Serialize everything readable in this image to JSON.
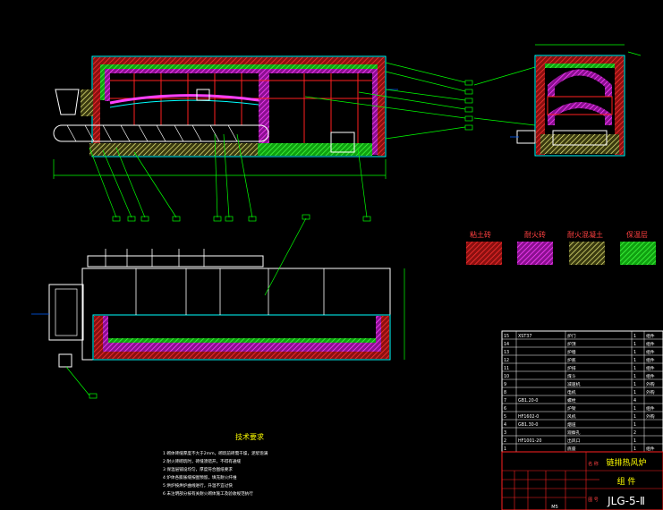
{
  "legend": {
    "items": [
      {
        "label": "粘土砖",
        "pattern": "hatch-red"
      },
      {
        "label": "耐火砖",
        "pattern": "hatch-magenta"
      },
      {
        "label": "耐火混凝土",
        "pattern": "hatch-yellow"
      },
      {
        "label": "保温层",
        "pattern": "hatch-green"
      }
    ]
  },
  "tech_requirements": {
    "title": "技术要求",
    "lines": [
      "1  砌体砖缝厚度不大于2mm，砌筑前砖需干燥，泥浆饱满",
      "2  耐火砖砌筑时，砖缝须错开，不得有通缝",
      "3  保温层铺设均匀，厚度符合图纸要求",
      "4  炉体各膨胀缝按图预留，填充耐火纤维",
      "5  烘炉按烘炉曲线进行，升温不宜过快",
      "6  未注明部分按有关耐火砌体施工及验收规范执行"
    ]
  },
  "parts_table": {
    "rows": [
      {
        "no": "15",
        "code": "XST37",
        "name": "炉门",
        "qty": "1",
        "note": "组件"
      },
      {
        "no": "14",
        "code": "",
        "name": "炉顶",
        "qty": "1",
        "note": "组件"
      },
      {
        "no": "13",
        "code": "",
        "name": "炉墙",
        "qty": "1",
        "note": "组件"
      },
      {
        "no": "12",
        "code": "",
        "name": "炉底",
        "qty": "1",
        "note": "组件"
      },
      {
        "no": "11",
        "code": "",
        "name": "炉排",
        "qty": "1",
        "note": "组件"
      },
      {
        "no": "10",
        "code": "",
        "name": "煤斗",
        "qty": "1",
        "note": "组件"
      },
      {
        "no": "9",
        "code": "",
        "name": "减速机",
        "qty": "1",
        "note": "外购"
      },
      {
        "no": "8",
        "code": "",
        "name": "电机",
        "qty": "1",
        "note": "外购"
      },
      {
        "no": "7",
        "code": "GB1.20-0",
        "name": "螺栓",
        "qty": "4",
        "note": ""
      },
      {
        "no": "6",
        "code": "",
        "name": "炉架",
        "qty": "1",
        "note": "组件"
      },
      {
        "no": "5",
        "code": "HF1602-0",
        "name": "风机",
        "qty": "1",
        "note": "外购"
      },
      {
        "no": "4",
        "code": "GB1.30-0",
        "name": "烟道",
        "qty": "1",
        "note": ""
      },
      {
        "no": "3",
        "code": "",
        "name": "观察孔",
        "qty": "2",
        "note": ""
      },
      {
        "no": "2",
        "code": "HF1001-20",
        "name": "出风口",
        "qty": "1",
        "note": ""
      },
      {
        "no": "1",
        "code": "",
        "name": "底座",
        "qty": "1",
        "note": "组件"
      }
    ]
  },
  "title_block": {
    "product_name": "链排热风炉",
    "assembly": "组 件",
    "drawing_no": "JLG-5-Ⅱ",
    "label_a": "名 称",
    "label_b": "图 号",
    "sheet": "M5"
  }
}
